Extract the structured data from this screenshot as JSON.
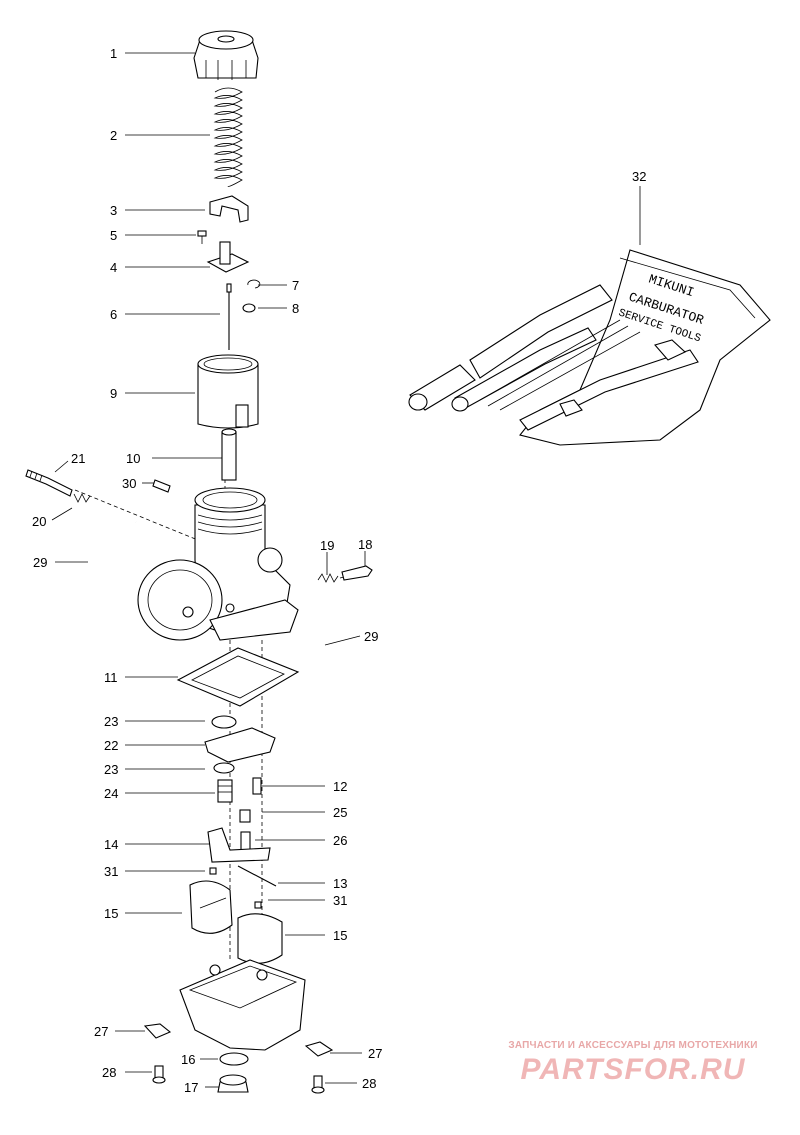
{
  "callouts": {
    "c1": "1",
    "c2": "2",
    "c3": "3",
    "c4": "4",
    "c5": "5",
    "c6": "6",
    "c7": "7",
    "c8": "8",
    "c9": "9",
    "c10": "10",
    "c11": "11",
    "c12": "12",
    "c13": "13",
    "c14": "14",
    "c15a": "15",
    "c15b": "15",
    "c16": "16",
    "c17": "17",
    "c18": "18",
    "c19": "19",
    "c20": "20",
    "c21": "21",
    "c22": "22",
    "c23a": "23",
    "c23b": "23",
    "c24": "24",
    "c25": "25",
    "c26": "26",
    "c27a": "27",
    "c27b": "27",
    "c28a": "28",
    "c28b": "28",
    "c29a": "29",
    "c29b": "29",
    "c30": "30",
    "c31a": "31",
    "c31b": "31",
    "c32": "32"
  },
  "tool_kit": {
    "text_line1": "MIKUNI",
    "text_line2": "CARBURATOR",
    "text_line3": "SERVICE TOOLS"
  },
  "watermark": {
    "caption": "ЗАПЧАСТИ И АКСЕССУАРЫ ДЛЯ МОТОТЕХНИКИ",
    "logo": "PARTSFOR.RU",
    "color": "#f0b6b6"
  }
}
